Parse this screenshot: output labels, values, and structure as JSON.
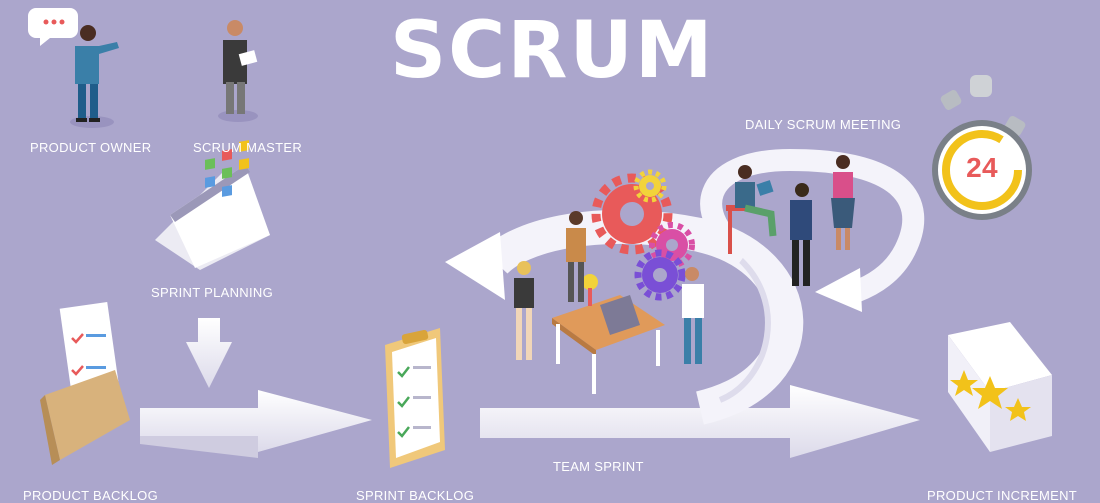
{
  "title": "SCRUM",
  "labels": {
    "product_owner": "PRODUCT OWNER",
    "scrum_master": "SCRUM MASTER",
    "sprint_planning": "SPRINT PLANNING",
    "daily_scrum_meeting": "DAILY SCRUM MEETING",
    "team_sprint": "TEAM SPRINT",
    "product_backlog": "PRODUCT BACKLOG",
    "sprint_backlog": "SPRINT BACKLOG",
    "product_increment": "PRODUCT INCREMENT"
  },
  "stopwatch": {
    "hours": "24"
  },
  "colors": {
    "background": "#aba6cc",
    "arrow": "#f4f3fa",
    "gear_red": "#e85a5a",
    "gear_yellow": "#f2d33a",
    "gear_pink": "#d94fa5",
    "gear_purple": "#7a4fd6",
    "stopwatch_ring": "#f2c21a",
    "folder": "#d8b27c"
  },
  "icons": [
    "speech-bubble-icon",
    "person-icon",
    "calendar-icon",
    "down-arrow-icon",
    "folder-icon",
    "clipboard-icon",
    "gear-icon",
    "stopwatch-icon",
    "star-icon",
    "desk-icon"
  ]
}
